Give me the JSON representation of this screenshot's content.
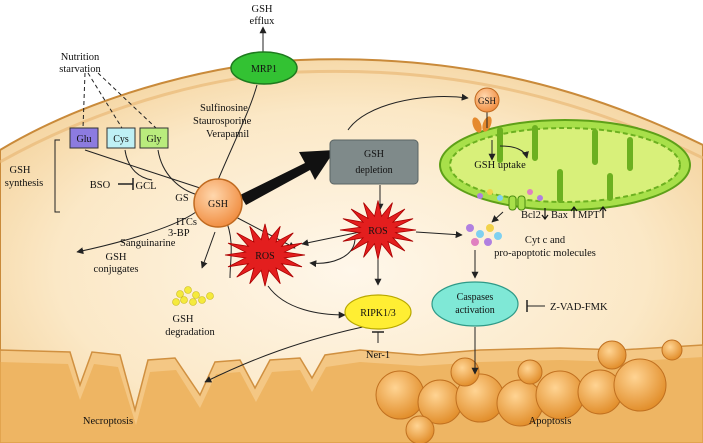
{
  "labels": {
    "gsh_efflux_1": "GSH",
    "gsh_efflux_2": "efflux",
    "mrp1": "MRP1",
    "nutrition_1": "Nutrition",
    "nutrition_2": "starvation",
    "glu": "Glu",
    "cys": "Cys",
    "gly": "Gly",
    "gsh_synthesis_1": "GSH",
    "gsh_synthesis_2": "synthesis",
    "bso": "BSO",
    "gcl": "GCL",
    "gs": "GS",
    "gsh_center": "GSH",
    "sulfinosine": "Sulfinosine",
    "staurosporine": "Staurosporine",
    "verapamil": "Verapamil",
    "gsh_depletion_1": "GSH",
    "gsh_depletion_2": "depletion",
    "itcs": "ITCs",
    "three_bp": "3-BP",
    "sanguinarine": "Sanguinarine",
    "gsh_conjugates_1": "GSH",
    "gsh_conjugates_2": "conjugates",
    "ros_left": "ROS",
    "ros_center": "ROS",
    "gsh_degradation_1": "GSH",
    "gsh_degradation_2": "degradation",
    "ripk": "RIPK1/3",
    "ner1": "Ner-1",
    "necroptosis": "Necroptosis",
    "gsh_mito": "GSH",
    "gsh_uptake": "GSH uptake",
    "bcl2": "Bcl2",
    "bax": "Bax",
    "mpt": "MPT",
    "cytc_1": "Cyt c and",
    "cytc_2": "pro-apoptotic molecules",
    "caspases_1": "Caspases",
    "caspases_2": "activation",
    "zvad": "Z-VAD-FMK",
    "apoptosis": "Apoptosis"
  },
  "colors": {
    "cytoplasm": "#f6d9a6",
    "membrane": "#e6a95a",
    "mrp1": "#33c233",
    "glu": "#8c7be0",
    "cys": "#bff0f5",
    "gly": "#b9ec7d",
    "gsh_node": "#f5a15c",
    "depletion_box": "#7f8a8a",
    "ros": "#e31e1e",
    "ripk": "#ffee33",
    "caspases": "#7fe8d6",
    "mito_outer": "#a8e04a",
    "mito_inner": "#d8f07a",
    "transporter": "#e58a2e",
    "apoptotic_body": "#f1a94a"
  },
  "icons": {
    "big_arrow": "thick-black-arrow-icon",
    "mito": "mitochondrion-icon",
    "dots": "colored-molecule-dots-icon"
  }
}
